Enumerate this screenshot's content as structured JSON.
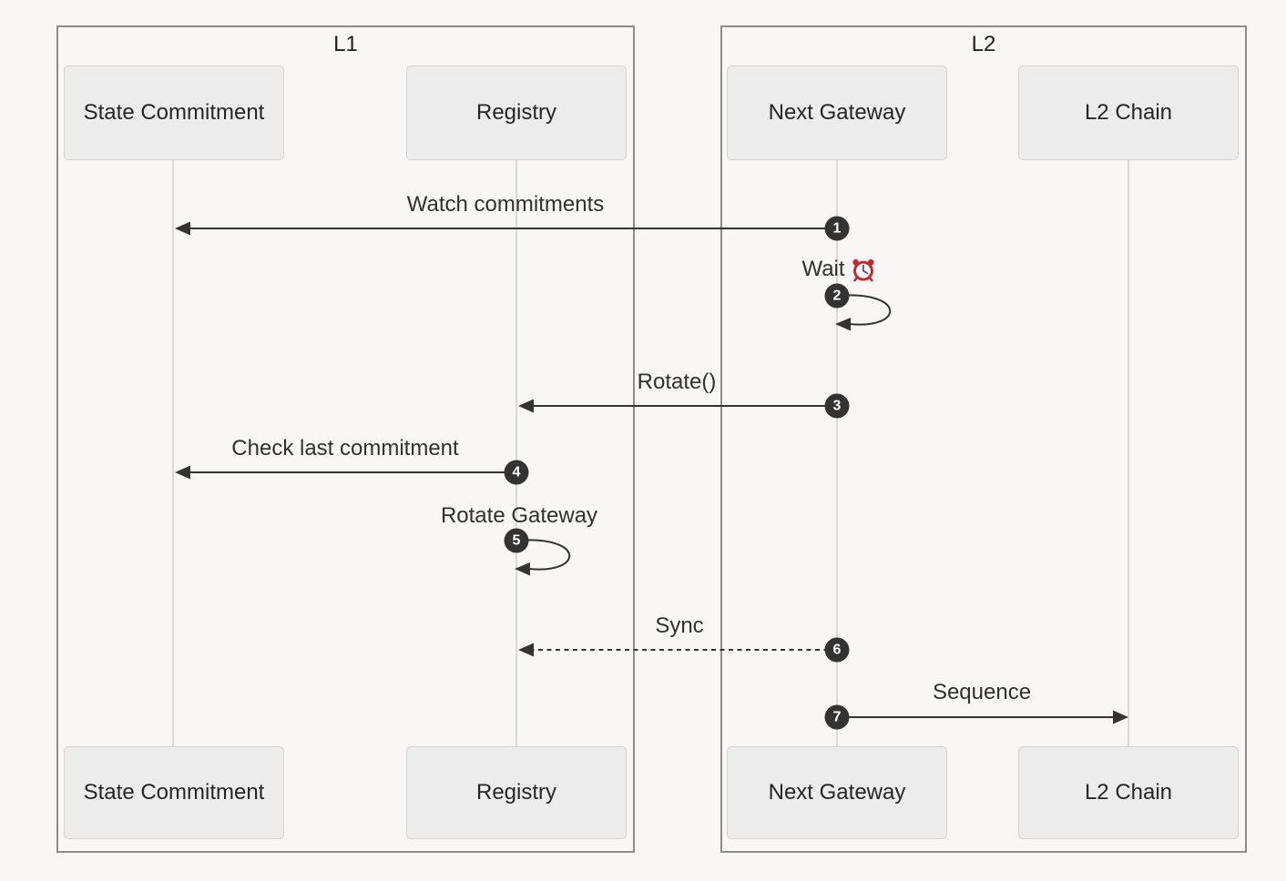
{
  "diagram": {
    "groups": [
      {
        "label": "L1"
      },
      {
        "label": "L2"
      }
    ],
    "participants": [
      {
        "name": "State Commitment",
        "group": "L1"
      },
      {
        "name": "Registry",
        "group": "L1"
      },
      {
        "name": "Next Gateway",
        "group": "L2"
      },
      {
        "name": "L2 Chain",
        "group": "L2"
      }
    ],
    "messages": [
      {
        "number": "1",
        "label": "Watch commitments",
        "from": "Next Gateway",
        "to": "State Commitment",
        "line": "solid"
      },
      {
        "number": "2",
        "label": "Wait",
        "icon": "alarm-clock-emoji",
        "from": "Next Gateway",
        "to": "Next Gateway",
        "line": "self-loop"
      },
      {
        "number": "3",
        "label": "Rotate()",
        "from": "Next Gateway",
        "to": "Registry",
        "line": "solid"
      },
      {
        "number": "4",
        "label": "Check last commitment",
        "from": "Registry",
        "to": "State Commitment",
        "line": "solid"
      },
      {
        "number": "5",
        "label": "Rotate Gateway",
        "from": "Registry",
        "to": "Registry",
        "line": "self-loop"
      },
      {
        "number": "6",
        "label": "Sync",
        "from": "Next Gateway",
        "to": "Registry",
        "line": "dashed"
      },
      {
        "number": "7",
        "label": "Sequence",
        "from": "Next Gateway",
        "to": "L2 Chain",
        "line": "solid"
      }
    ],
    "colors": {
      "background": "#f8f7f5",
      "participant_fill": "#ececec",
      "participant_border": "#d4d4d4",
      "group_border": "#8d8d8d",
      "lifeline": "#d9d9d9",
      "arrow": "#333333",
      "number_badge_fill": "#333333",
      "number_badge_text": "#ffffff",
      "label_text": "#303030",
      "clock_red": "#c5262c"
    }
  }
}
